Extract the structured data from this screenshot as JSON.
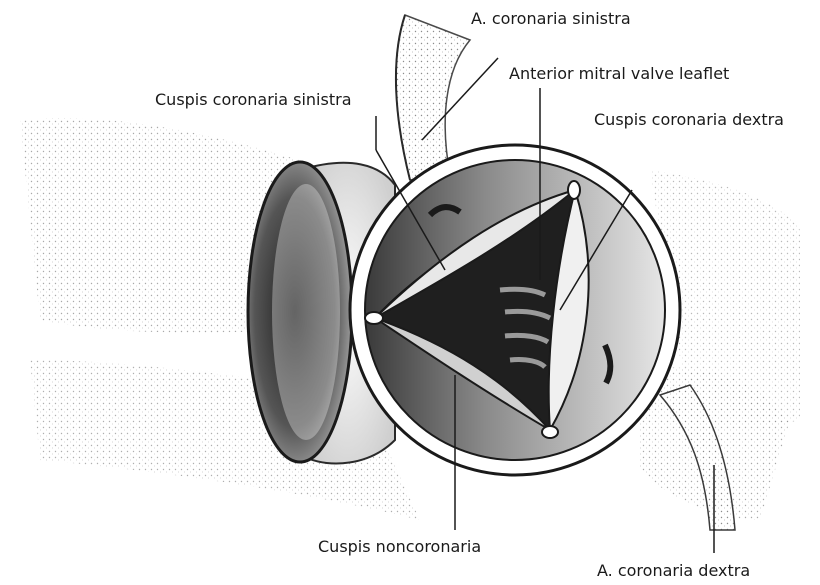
{
  "labels": {
    "a_coronaria_sinistra": "A. coronaria sinistra",
    "anterior_mitral_valve_leaflet": "Anterior mitral valve leaflet",
    "cuspis_coronaria_sinistra": "Cuspis coronaria sinistra",
    "cuspis_coronaria_dextra": "Cuspis coronaria dextra",
    "cuspis_noncoronaria": "Cuspis noncoronaria",
    "a_coronaria_dextra": "A. coronaria dextra"
  },
  "colors": {
    "ink": "#1a1a1a",
    "shade_light": "#d9d9d9",
    "shade_mid": "#a6a6a6",
    "shade_dark": "#2a2a2a"
  }
}
